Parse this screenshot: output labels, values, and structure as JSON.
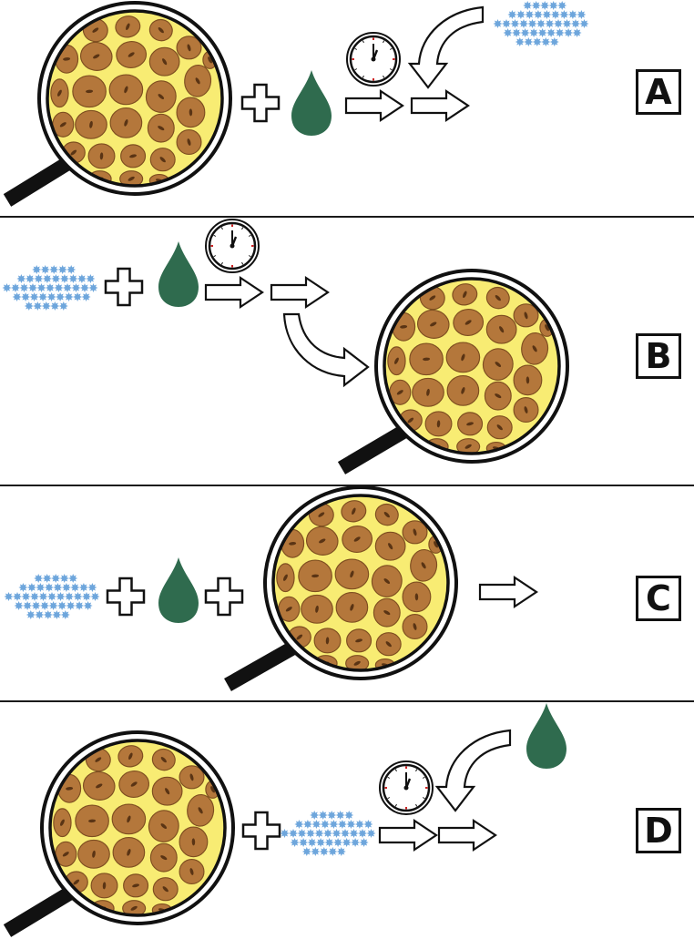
{
  "panels": [
    {
      "label": "A"
    },
    {
      "label": "B"
    },
    {
      "label": "C"
    },
    {
      "label": "D"
    }
  ],
  "colors": {
    "cell_fill": "#b4773b",
    "cell_stroke": "#7e4e20",
    "background_fill": "#f8ec73",
    "nucleus": "#5a3414",
    "drop": "#2f6b4e",
    "particle": "#6ea6dc",
    "outline": "#111111",
    "clock_mark": "#cc2222"
  },
  "icons": [
    "magnifier-icon",
    "plus-icon",
    "drop-icon",
    "clock-icon",
    "arrow-icon",
    "curved-arrow-icon",
    "particle-cluster-icon"
  ]
}
